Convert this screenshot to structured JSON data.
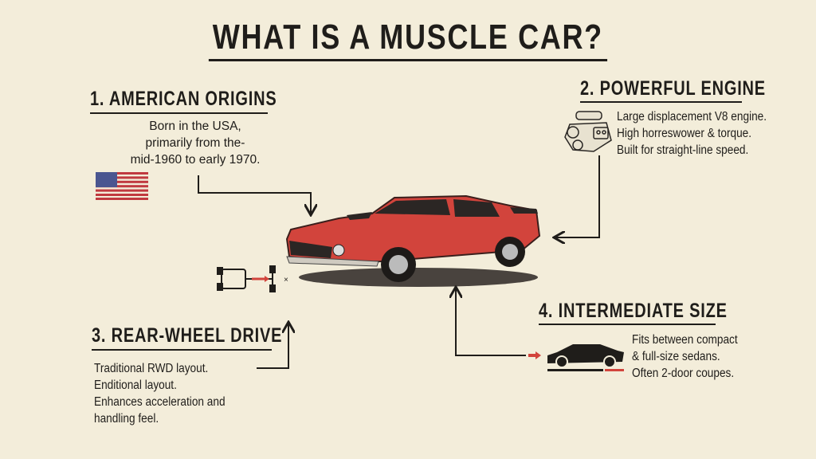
{
  "title": "WHAT IS A MUSCLE CAR?",
  "sections": [
    {
      "heading": "1. AMERICAN ORIGINS",
      "lines": [
        "Born in the USA,",
        "primarily from the-",
        "mid-1960 to early 1970."
      ],
      "icon": "us-flag-icon"
    },
    {
      "heading": "2. POWERFUL ENGINE",
      "lines": [
        "Large displacement V8 engine.",
        "High horreswower & torque.",
        "Built for straight-line speed."
      ],
      "icon": "v8-engine-icon"
    },
    {
      "heading": "3. REAR-WHEEL DRIVE",
      "lines": [
        "Traditional RWD layout.",
        "Enditional layout.",
        "Enhances acceleration and",
        "handling feel."
      ],
      "icon": "rwd-chassis-icon"
    },
    {
      "heading": "4. INTERMEDIATE SIZE",
      "lines": [
        "Fits between compact",
        "& full-size sedans.",
        "Often 2-door coupes."
      ],
      "icon": "car-silhouette-icon"
    }
  ],
  "colors": {
    "background": "#f3edda",
    "ink": "#1f1d1a",
    "accent_red": "#d2443c"
  }
}
